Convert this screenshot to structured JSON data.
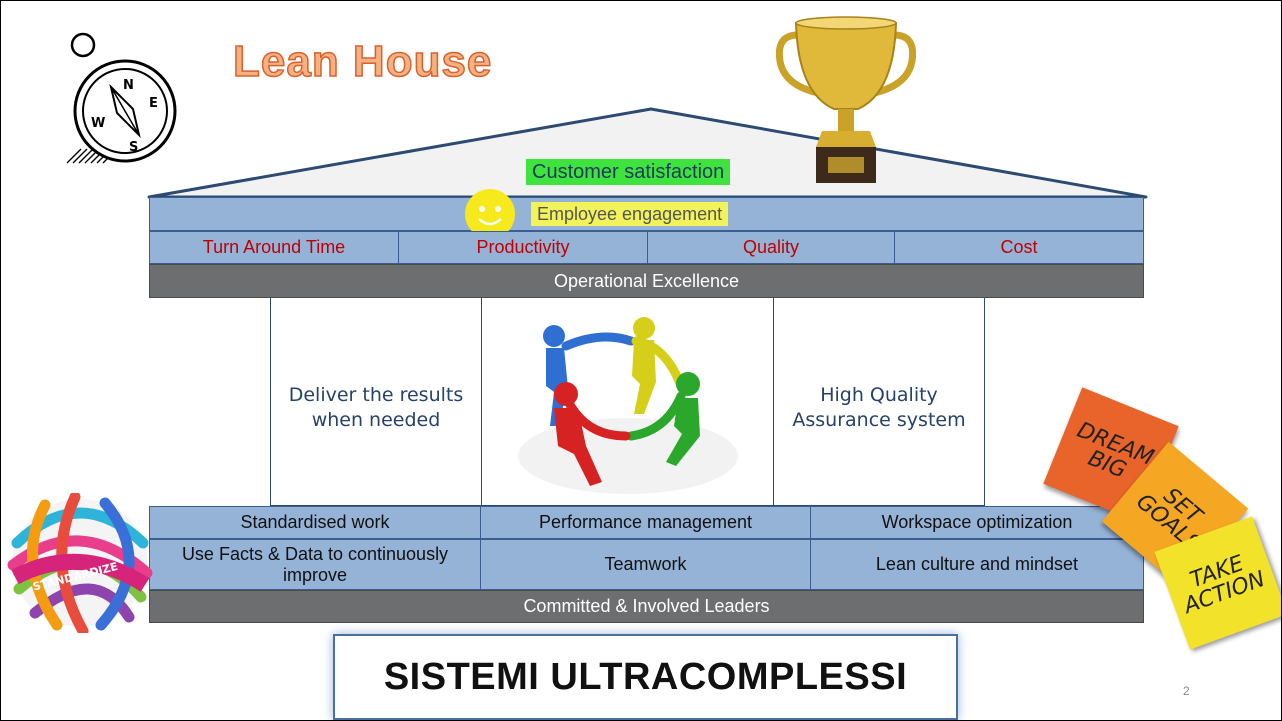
{
  "title": "Lean House",
  "roof": {
    "customer_satisfaction": "Customer  satisfaction",
    "employee_engagement": "Employee engagement"
  },
  "metrics": [
    "Turn Around Time",
    "Productivity",
    "Quality",
    "Cost"
  ],
  "operational_excellence": "Operational Excellence",
  "pillars": {
    "left": "Deliver the results\nwhen needed",
    "right": "High Quality\nAssurance system"
  },
  "foundation": {
    "row1": [
      "Standardised work",
      "Performance management",
      "Workspace optimization"
    ],
    "row2": [
      "Use Facts & Data to continuously improve",
      "Teamwork",
      "Lean culture and mindset"
    ],
    "leaders": "Committed & Involved  Leaders"
  },
  "banner": "SISTEMI ULTRACOMPLESSI",
  "page_number": "2",
  "notes": [
    "DREAM\nBIG",
    "SET\nGOALS",
    "TAKE\nACTION"
  ],
  "standardize_ball_word": "STANDARDIZE",
  "compass_letters": [
    "N",
    "E",
    "S",
    "W"
  ],
  "colors": {
    "band_blue": "#95b3d7",
    "band_grey": "#6d6e70",
    "metric_red": "#c00000",
    "title_orange": "#f4b183",
    "highlight_green": "#3ee33e",
    "highlight_yellow": "#f2f25a"
  },
  "icons": [
    "compass-icon",
    "trophy-icon",
    "smiley-icon",
    "team-circle-icon",
    "standardize-ball-icon",
    "sticky-notes-icon"
  ]
}
